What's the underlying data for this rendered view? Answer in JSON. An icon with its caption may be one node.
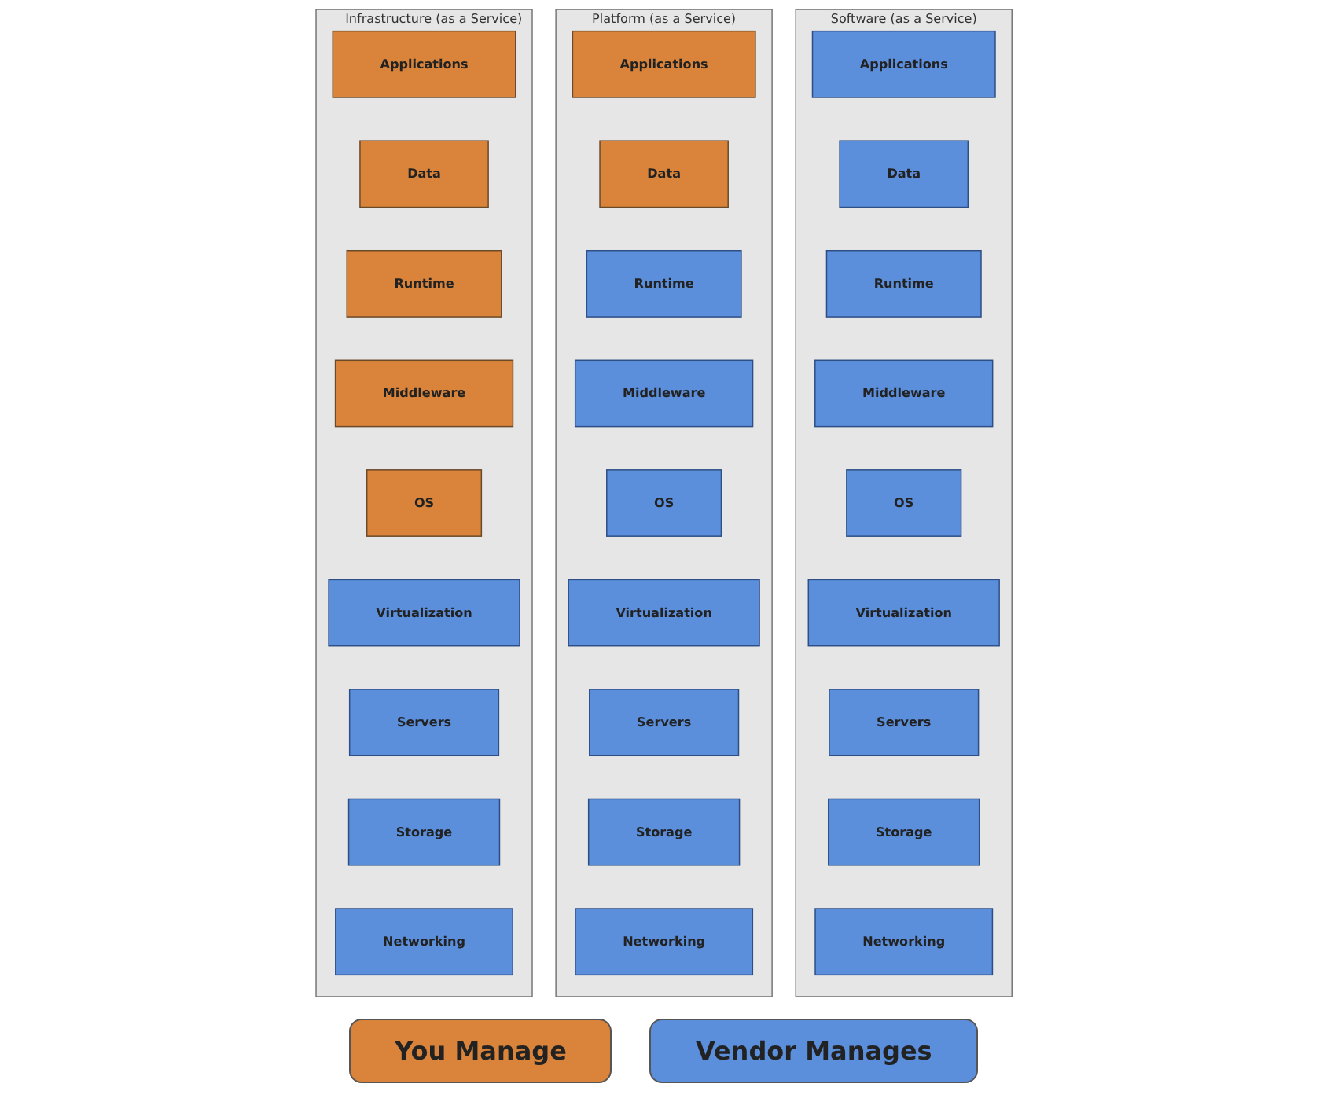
{
  "diagram": {
    "nodes": [
      {
        "text": [
          "Infrastructure (as a Service)"
        ]
      },
      {
        "text": [
          "Applications"
        ],
        "in": 0
      },
      {
        "text": [
          "Data"
        ],
        "in": 0
      },
      {
        "text": [
          "Runtime"
        ],
        "in": 0
      },
      {
        "text": [
          "Middleware"
        ],
        "in": 0
      },
      {
        "text": [
          "OS"
        ],
        "in": 0
      },
      {
        "text": [
          "Virtualization"
        ],
        "in": 0
      },
      {
        "text": [
          "Servers"
        ],
        "in": 0
      },
      {
        "text": [
          "Storage"
        ],
        "in": 0
      },
      {
        "text": [
          "Networking"
        ],
        "in": 0
      },
      {
        "text": [
          "Platform (as a Service)"
        ]
      },
      {
        "text": [
          "Applications"
        ],
        "in": 10
      },
      {
        "text": [
          "Data"
        ],
        "in": 10
      },
      {
        "text": [
          "Runtime"
        ],
        "in": 10
      },
      {
        "text": [
          "Middleware"
        ],
        "in": 10
      },
      {
        "text": [
          "OS"
        ],
        "in": 10
      },
      {
        "text": [
          "Virtualization"
        ],
        "in": 10
      },
      {
        "text": [
          "Servers"
        ],
        "in": 10
      },
      {
        "text": [
          "Storage"
        ],
        "in": 10
      },
      {
        "text": [
          "Networking"
        ],
        "in": 10
      },
      {
        "text": [
          "Software (as a Service)"
        ]
      },
      {
        "text": [
          "Applications"
        ],
        "in": 20
      },
      {
        "text": [
          "Data"
        ],
        "in": 20
      },
      {
        "text": [
          "Runtime"
        ],
        "in": 20
      },
      {
        "text": [
          "Middleware"
        ],
        "in": 20
      },
      {
        "text": [
          "OS"
        ],
        "in": 20
      },
      {
        "text": [
          "Virtualization"
        ],
        "in": 20
      },
      {
        "text": [
          "Servers"
        ],
        "in": 20
      },
      {
        "text": [
          "Storage"
        ],
        "in": 20
      },
      {
        "text": [
          "Networking"
        ],
        "in": 20
      }
    ],
    "edges": [],
    "legend": [
      {
        "text": "You Manage",
        "color": "#d9843a"
      },
      {
        "text": "Vendor Manages",
        "color": "#5b8fdc"
      }
    ]
  }
}
